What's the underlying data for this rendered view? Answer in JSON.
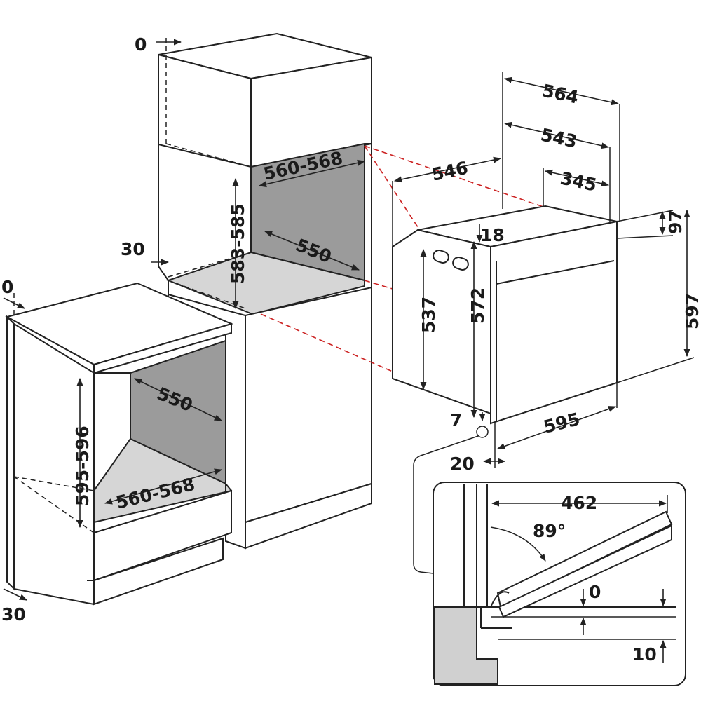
{
  "colors": {
    "line": "#222222",
    "cavity_back": "#9b9b9b",
    "cavity_floor": "#d6d6d6",
    "hidden_line": "#cc2222",
    "detail_fill": "#d0d0d0"
  },
  "dimensions": {
    "tall_cabinet": {
      "top_offset": "0",
      "side_offset": "30",
      "niche_width": "560-568",
      "niche_height": "583-585",
      "niche_depth": "550"
    },
    "base_cabinet": {
      "top_offset": "0",
      "bottom_offset": "30",
      "niche_height": "595-596",
      "niche_depth": "550",
      "niche_width": "560-568"
    },
    "oven": {
      "total_depth": "564",
      "body_depth": "543",
      "depth_to_front": "546",
      "vent_depth": "345",
      "top_panel": "18",
      "top_height": "97",
      "total_height": "597",
      "body_height": "537",
      "front_height": "572",
      "width": "595",
      "bottom_gap": "7",
      "front_thickness": "20"
    },
    "door_detail": {
      "door_length": "462",
      "opening_angle": "89°",
      "clearance": "0",
      "bottom_clearance": "10"
    }
  }
}
